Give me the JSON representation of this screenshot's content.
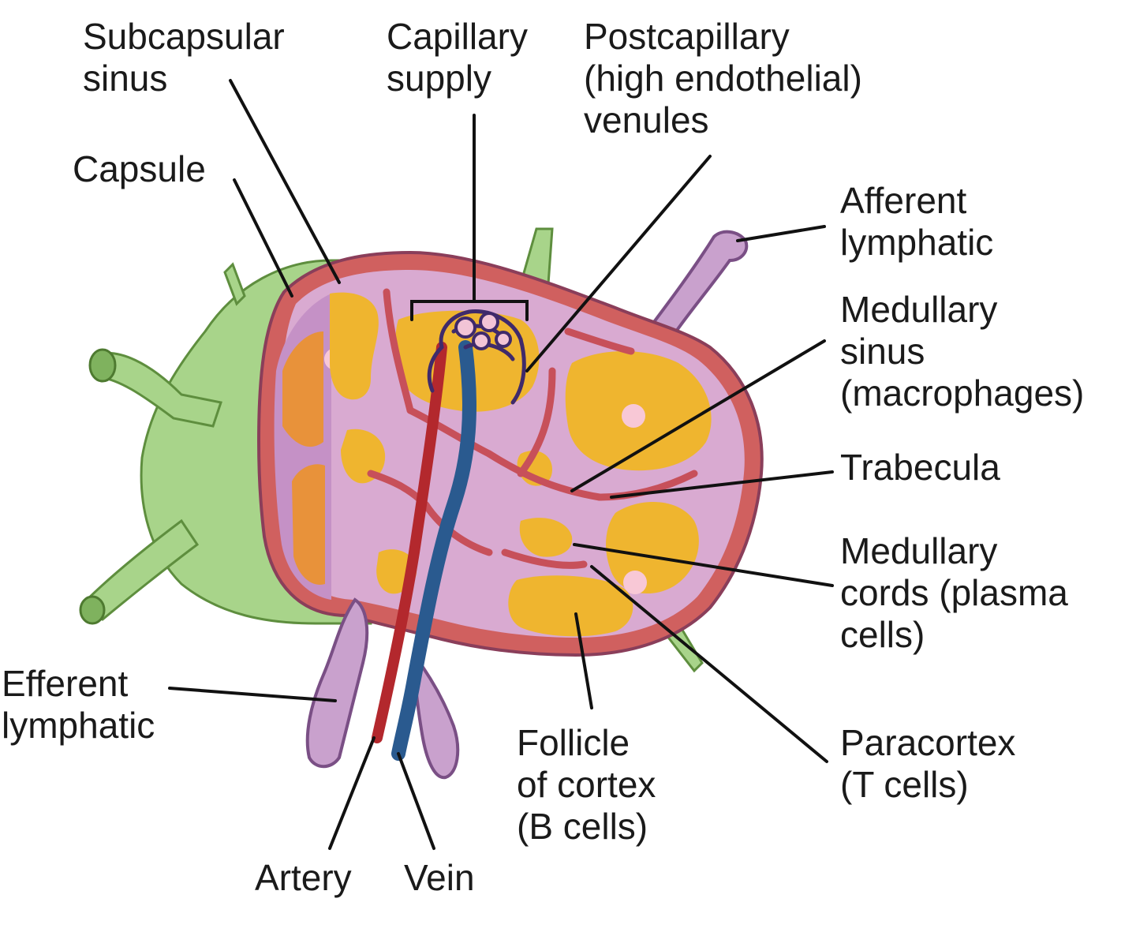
{
  "labels": {
    "subcapsular_sinus": "Subcapsular\nsinus",
    "capillary_supply": "Capillary\nsupply",
    "postcapillary_venules": "Postcapillary\n(high endothelial)\nvenules",
    "capsule": "Capsule",
    "afferent_lymphatic": "Afferent\nlymphatic",
    "medullary_sinus": "Medullary\nsinus\n(macrophages)",
    "trabecula": "Trabecula",
    "medullary_cords": "Medullary\ncords (plasma\ncells)",
    "efferent_lymphatic": "Efferent\nlymphatic",
    "follicle_of_cortex": "Follicle\nof cortex\n(B cells)",
    "paracortex": "Paracortex\n(T cells)",
    "artery": "Artery",
    "vein": "Vein"
  },
  "colors": {
    "outer_green": "#a8d48a",
    "capsule_red": "#d0605f",
    "medulla_pink": "#d9aad1",
    "cortex_yellow": "#efb52f",
    "cut_orange": "#e8923a",
    "germinal_center": "#f8c8d6",
    "artery": "#b3282d",
    "vein": "#2a5a8f",
    "lymphatic_purple": "#c9a1cd"
  }
}
